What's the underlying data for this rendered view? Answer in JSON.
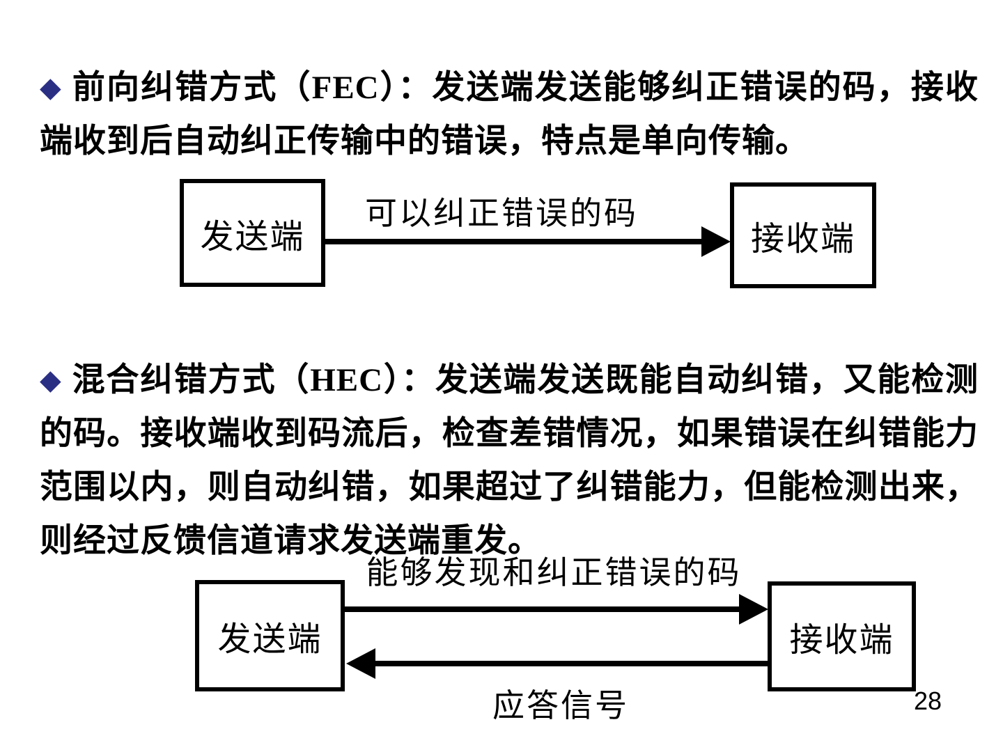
{
  "page": {
    "page_number": "28"
  },
  "colors": {
    "background": "#FFFFFF",
    "text": "#000000",
    "bullet": "#2B2F84"
  },
  "sections": [
    {
      "bullet": "◆",
      "text": "前向纠错方式（FEC）：发送端发送能够纠正错误的码，接收端收到后自动纠正传输中的错误，特点是单向传输。"
    },
    {
      "bullet": "◆",
      "text": "混合纠错方式（HEC）：发送端发送既能自动纠错，又能检测的码。接收端收到码流后，检查差错情况，如果错误在纠错能力范围以内，则自动纠错，如果超过了纠错能力，但能检测出来，则经过反馈信道请求发送端重发。"
    }
  ],
  "diagram_fec": {
    "sender_label": "发送端",
    "receiver_label": "接收端",
    "arrow_label": "可以纠正错误的码"
  },
  "diagram_hec": {
    "sender_label": "发送端",
    "receiver_label": "接收端",
    "forward_arrow_label": "能够发现和纠正错误的码",
    "feedback_arrow_label": "应答信号"
  }
}
